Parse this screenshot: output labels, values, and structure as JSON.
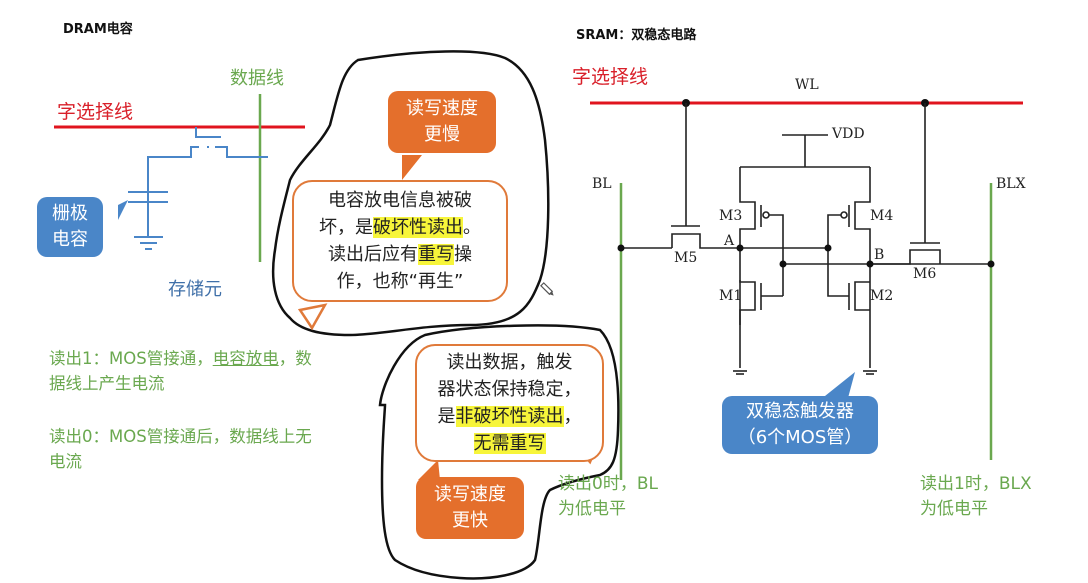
{
  "dram": {
    "title": "DRAM电容",
    "word_line_label": "字选择线",
    "data_line_label": "数据线",
    "gate_cap_callout": "栅极\n电容",
    "gate_cap_line1": "栅极",
    "gate_cap_line2": "电容",
    "cell_label": "存储元",
    "speed_callout_line1": "读写速度",
    "speed_callout_line2": "更慢",
    "note": {
      "line1": "电容放电信息被破",
      "line2_pre": "坏，是",
      "line2_hl": "破坏性读出",
      "line2_post": "。",
      "line3_pre": "读出后应有",
      "line3_hl": "重写",
      "line3_post": "操",
      "line4": "作，也称“再生”"
    },
    "read1_pre": "读出1：MOS管接通，",
    "read1_ul": "电容放电",
    "read1_post": "，数",
    "read1_line2": "据线上产生电流",
    "read0_line1": "读出0：MOS管接通后，数据线上无",
    "read0_line2": "电流"
  },
  "sram": {
    "title": "SRAM：双稳态电路",
    "word_line_label": "字选择线",
    "wl": "WL",
    "vdd": "VDD",
    "bl": "BL",
    "blx": "BLX",
    "transistors": [
      "M1",
      "M2",
      "M3",
      "M4",
      "M5",
      "M6"
    ],
    "node_a": "A",
    "node_b": "B",
    "note": {
      "line1": "读出数据，触发",
      "line2": "器状态保持稳定，",
      "line3_pre": "是",
      "line3_hl": "非破坏性读出",
      "line3_post": "，",
      "line4_hl": "无需重写"
    },
    "speed_callout_line1": "读写速度",
    "speed_callout_line2": "更快",
    "flipflop_callout_line1": "双稳态触发器",
    "flipflop_callout_line2": "（6个MOS管）",
    "read0_line1": "读出0时，BL",
    "read0_line2": "为低电平",
    "read1_line1": "读出1时，BLX",
    "read1_line2": "为低电平"
  },
  "colors": {
    "word_line": "#e0141e",
    "data_line": "#6aa84f",
    "circuit_blue": "#4a86c8",
    "orange": "#e46f2c",
    "highlight": "#f7f53a"
  }
}
